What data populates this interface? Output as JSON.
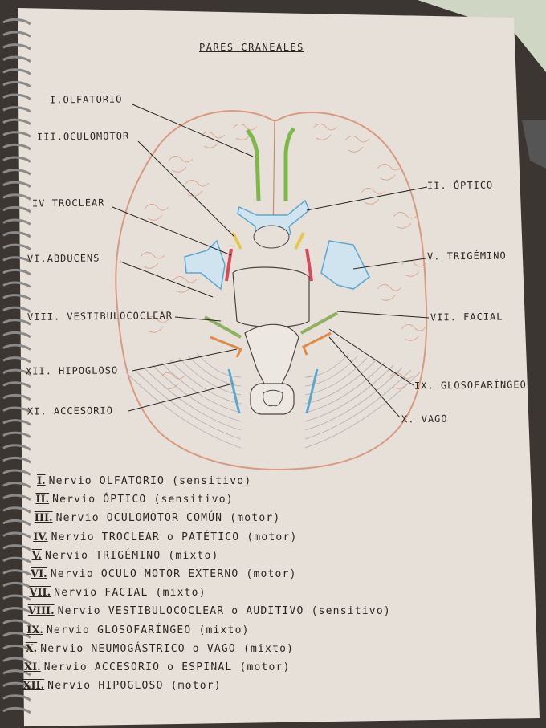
{
  "title": "PARES CRANEALES",
  "labels": [
    {
      "id": "olfatorio",
      "text": "I.OLFATORIO"
    },
    {
      "id": "oculomotor",
      "text": "III.OCULOMOTOR"
    },
    {
      "id": "troclear",
      "text": "IV TROCLEAR"
    },
    {
      "id": "abducens",
      "text": "VI.ABDUCENS"
    },
    {
      "id": "vestibulo",
      "text": "VIII. VESTIBULOCOCLEAR"
    },
    {
      "id": "hipogloso",
      "text": "XII. HIPOGLOSO"
    },
    {
      "id": "accesorio",
      "text": "XI. ACCESORIO"
    },
    {
      "id": "optico",
      "text": "II. ÓPTICO"
    },
    {
      "id": "trigemino",
      "text": "V. TRIGÉMINO"
    },
    {
      "id": "facial",
      "text": "VII. FACIAL"
    },
    {
      "id": "gloso",
      "text": "IX. GLOSOFARÍNGEO"
    },
    {
      "id": "vago",
      "text": "X. VAGO"
    }
  ],
  "legend": [
    {
      "num": "I.",
      "text": "Nervio OLFATORIO (sensitivo)"
    },
    {
      "num": "II.",
      "text": "Nervio ÓPTICO (sensitivo)"
    },
    {
      "num": "III.",
      "text": "Nervio OCULOMOTOR COMÚN (motor)"
    },
    {
      "num": "IV.",
      "text": "Nervio TROCLEAR o PATÉTICO (motor)"
    },
    {
      "num": "V.",
      "text": "Nervio TRIGÉMINO (mixto)"
    },
    {
      "num": "VI.",
      "text": "Nervio OCULO MOTOR EXTERNO (motor)"
    },
    {
      "num": "VII.",
      "text": "Nervio FACIAL (mixto)"
    },
    {
      "num": "VIII.",
      "text": "Nervio VESTIBULOCOCLEAR o AUDITIVO (sensitivo)"
    },
    {
      "num": "IX.",
      "text": "Nervio GLOSOFARÍNGEO (mixto)"
    },
    {
      "num": "X.",
      "text": "Nervio NEUMOGÁSTRICO o VAGO (mixto)"
    },
    {
      "num": "XI.",
      "text": "Nervio ACCESORIO o ESPINAL (motor)"
    },
    {
      "num": "XII.",
      "text": "Nervio HIPOGLOSO (motor)"
    }
  ],
  "colors": {
    "paper": "#e6e0d9",
    "ink": "#2b2622",
    "olfactory": "#7fb84a",
    "optic": "#5aa8d0",
    "brain_outline": "#d89a80",
    "oculomotor": "#e8c84a",
    "trochlear": "#d84a5a",
    "abducens": "#d86a7a",
    "facial_vestibular": "#8fb060",
    "glosso": "#e08a4a",
    "vagus": "#d8704a"
  }
}
